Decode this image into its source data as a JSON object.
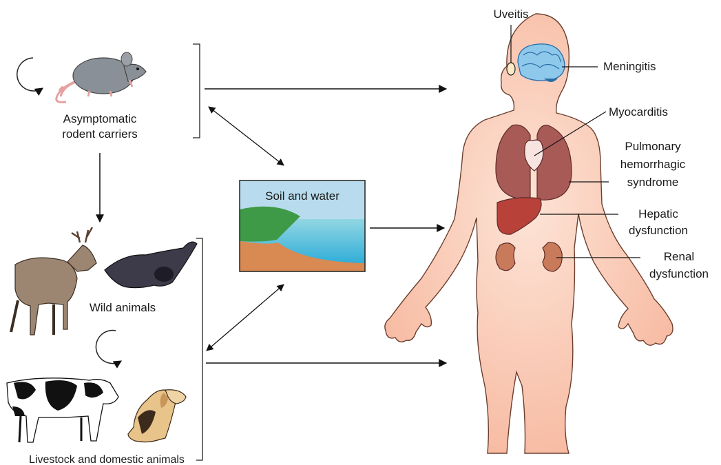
{
  "sources": {
    "rodents": {
      "label_line1": "Asymptomatic",
      "label_line2": "rodent carriers"
    },
    "wild": {
      "label": "Wild animals"
    },
    "livestock": {
      "label": "Livestock and domestic animals"
    }
  },
  "environment": {
    "label": "Soil and water"
  },
  "manifestations": {
    "uveitis": "Uveitis",
    "meningitis": "Meningitis",
    "myocarditis": "Myocarditis",
    "pulmonary_line1": "Pulmonary",
    "pulmonary_line2": "hemorrhagic",
    "pulmonary_line3": "syndrome",
    "hepatic_line1": "Hepatic",
    "hepatic_line2": "dysfunction",
    "renal_line1": "Renal",
    "renal_line2": "dysfunction"
  },
  "colors": {
    "skin": "#f9c4ae",
    "brain": "#8ec8ea",
    "lung": "#a85a56",
    "liver": "#b8423a",
    "kidney": "#c97a5a",
    "grass": "#3f9a48",
    "water": "#7ecfd8",
    "sand": "#d98a52",
    "sky": "#b8dced"
  }
}
